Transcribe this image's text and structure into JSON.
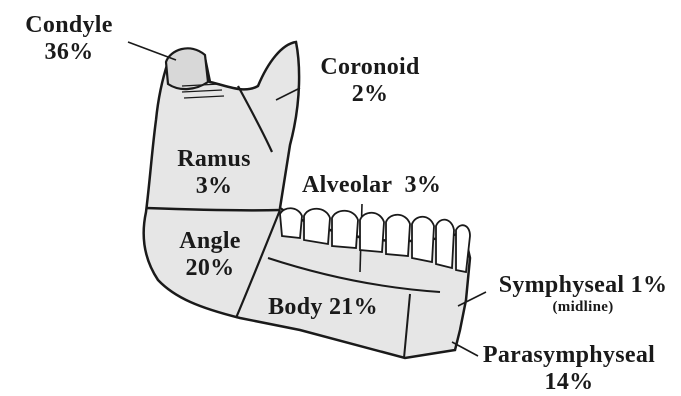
{
  "labels": {
    "condyle": {
      "name": "Condyle",
      "pct": "36%"
    },
    "coronoid": {
      "name": "Coronoid",
      "pct": "2%"
    },
    "ramus": {
      "name": "Ramus",
      "pct": "3%"
    },
    "alveolar": "Alveolar  3%",
    "angle": {
      "name": "Angle",
      "pct": "20%"
    },
    "body": "Body 21%",
    "symphyseal": {
      "name": "Symphyseal 1%",
      "note": "(midline)"
    },
    "parasymphyseal": {
      "name": "Parasymphyseal",
      "pct": "14%"
    }
  },
  "colors": {
    "fill": "#e6e6e6",
    "stroke": "#1a1a1a",
    "teeth": "#ffffff",
    "background": "#ffffff"
  }
}
